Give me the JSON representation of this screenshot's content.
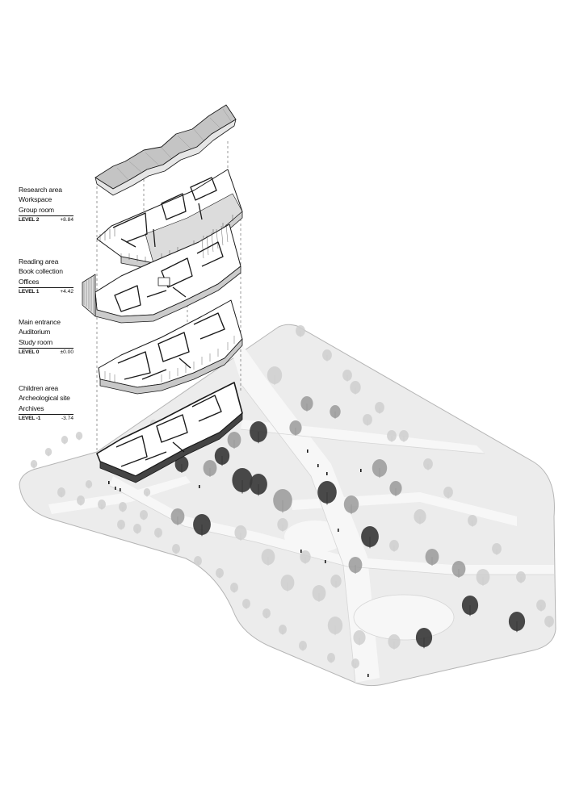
{
  "levels": [
    {
      "uses": [
        "Research area",
        "Workspace",
        "Group room"
      ],
      "level": "LEVEL 2",
      "elevation": "+8.84"
    },
    {
      "uses": [
        "Reading area",
        "Book collection",
        "Offices"
      ],
      "level": "LEVEL 1",
      "elevation": "+4.42"
    },
    {
      "uses": [
        "Main entrance",
        "Auditorium",
        "Study room"
      ],
      "level": "LEVEL 0",
      "elevation": "±0.00"
    },
    {
      "uses": [
        "Children area",
        "Archeological site",
        "Archives"
      ],
      "level": "LEVEL -1",
      "elevation": "-3.74"
    }
  ],
  "colors": {
    "ink": "#1a1a1a",
    "site_fill": "#ececec",
    "path_fill": "#f7f7f7",
    "tree_dark": "#3a3a3a",
    "tree_mid": "#9a9a9a",
    "tree_light": "#cfcfcf",
    "roof_fill": "#b8b8b8"
  }
}
